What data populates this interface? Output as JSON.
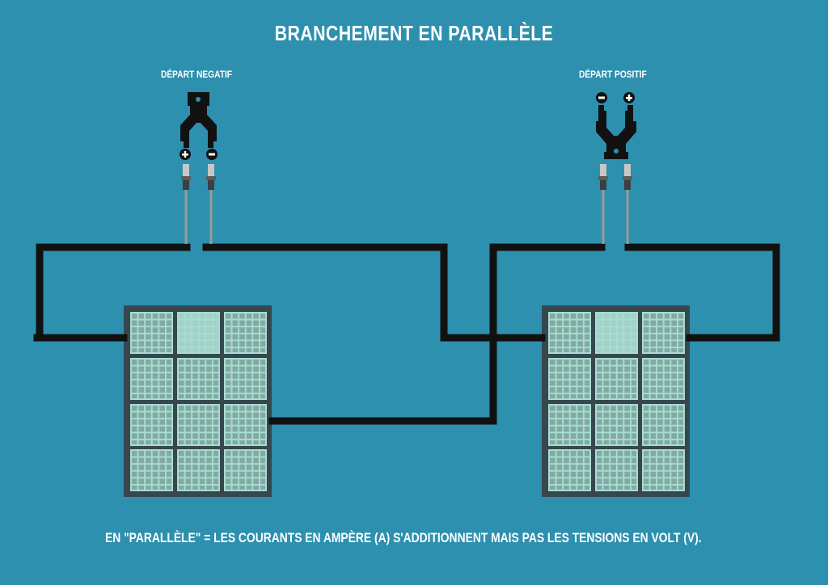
{
  "title": "BRANCHEMENT EN PARALLÈLE",
  "connectors": {
    "negative": {
      "label": "DÉPART NEGATIF",
      "terminals": [
        "+",
        "-"
      ]
    },
    "positive": {
      "label": "DÉPART POSITIF",
      "terminals": [
        "-",
        "+"
      ]
    }
  },
  "panels": [
    {
      "name": "left-solar-panel",
      "rows": 4,
      "cols": 3,
      "highlighted_cell": [
        0,
        1
      ]
    },
    {
      "name": "right-solar-panel",
      "rows": 4,
      "cols": 3,
      "highlighted_cell": [
        0,
        1
      ]
    }
  ],
  "caption": "EN \"PARALLÈLE\" = LES COURANTS EN AMPÈRE (A) S'ADDITIONNENT MAIS PAS LES TENSIONS EN VOLT (V).",
  "colors": {
    "background": "#2d90ae",
    "wire": "#111111",
    "panel_frame": "#37474f",
    "cell": "#82aaa2",
    "cell_grid": "#a7ddd2",
    "text": "#ffffff"
  }
}
